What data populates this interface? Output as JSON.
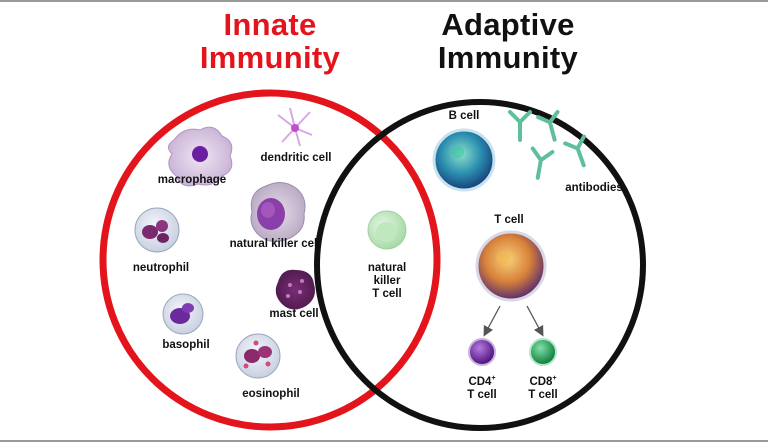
{
  "titles": {
    "innate_line1": "Innate",
    "innate_line2": "Immunity",
    "adaptive_line1": "Adaptive",
    "adaptive_line2": "Immunity"
  },
  "innate_cells": {
    "macrophage": "macrophage",
    "dendritic": "dendritic cell",
    "nk": "natural killer cell",
    "neutrophil": "neutrophil",
    "mast": "mast cell",
    "basophil": "basophil",
    "eosinophil": "eosinophil"
  },
  "overlap": {
    "line1": "natural",
    "line2": "killer",
    "line3": "T cell"
  },
  "adaptive_cells": {
    "b_cell": "B cell",
    "antibodies": "antibodies",
    "t_cell": "T cell",
    "cd4_main": "CD4",
    "cd4_sup": "+",
    "cd4_sub": "T cell",
    "cd8_main": "CD8",
    "cd8_sup": "+",
    "cd8_sub": "T cell"
  },
  "colors": {
    "innate": "#e3141b",
    "adaptive": "#111111",
    "cd4": "#6a1fa0",
    "cd8": "#16a35c"
  }
}
